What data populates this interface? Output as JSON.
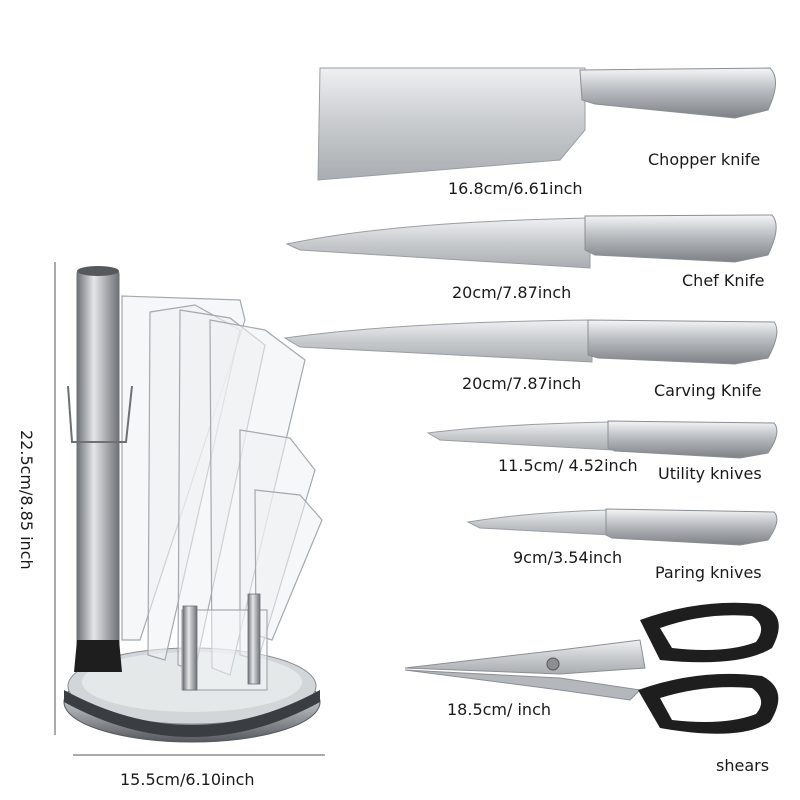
{
  "knives": [
    {
      "name": "Chopper knife",
      "length": "16.8cm/6.61inch"
    },
    {
      "name": "Chef Knife",
      "length": "20cm/7.87inch"
    },
    {
      "name": "Carving Knife",
      "length": "20cm/7.87inch"
    },
    {
      "name": "Utility knives",
      "length": "11.5cm/ 4.52inch"
    },
    {
      "name": "Paring knives",
      "length": "9cm/3.54inch"
    }
  ],
  "shears": {
    "name": "shears",
    "length": "18.5cm/  inch"
  },
  "stand": {
    "height": "22.5cm/8.85  inch",
    "width": "15.5cm/6.10inch"
  },
  "colors": {
    "steel": "#c9cccf",
    "steel_dark": "#8d9196",
    "acrylic": "#dfe3e7",
    "handle_black": "#1e1e1e",
    "base": "#3a3d42"
  }
}
